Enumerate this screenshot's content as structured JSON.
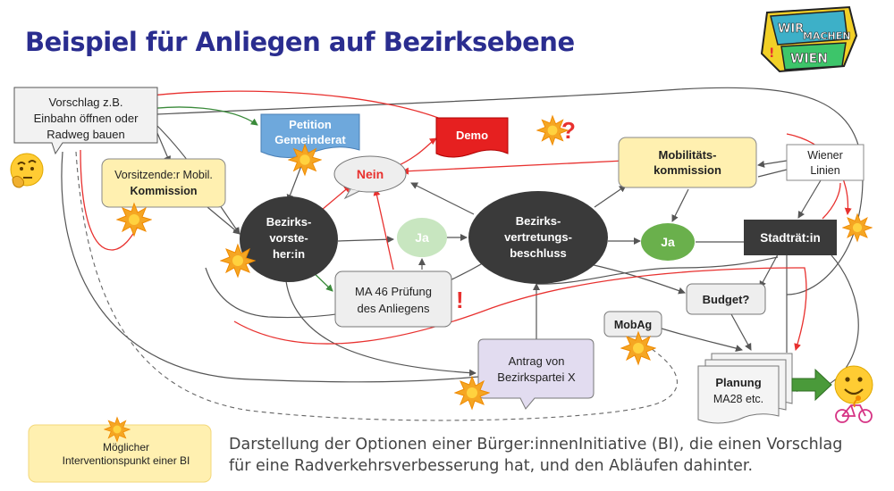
{
  "title": "Beispiel für Anliegen auf Bezirksebene",
  "logo": {
    "line1": "WIR",
    "line2": "MACHEN",
    "line3": "WIEN",
    "mark": "!"
  },
  "nodes": {
    "vorschlag": [
      "Vorschlag z.B.",
      "Einbahn öffnen oder",
      "Radweg bauen"
    ],
    "petition": [
      "Petition",
      "Gemeinderat"
    ],
    "demo": "Demo",
    "demo_mark": "?",
    "vorsitzende": [
      "Vorsitzende:r Mobil.",
      "Kommission"
    ],
    "nein": "Nein",
    "bezirksvorsteher": [
      "Bezirks-",
      "vorste-",
      "her:in"
    ],
    "ja1": "Ja",
    "beschluss": [
      "Bezirks-",
      "vertretungs-",
      "beschluss"
    ],
    "ja2": "Ja",
    "mobkommission": [
      "Mobilitäts-",
      "kommission"
    ],
    "wiener_linien": [
      "Wiener",
      "Linien"
    ],
    "stadtraetin": "Stadträt:in",
    "ma46": [
      "MA 46 Prüfung",
      "des Anliegens"
    ],
    "ma46_mark": "!",
    "budget": "Budget?",
    "mobag": "MobAg",
    "antrag": [
      "Antrag von",
      "Bezirkspartei X"
    ],
    "planung": [
      "Planung",
      "MA28 etc."
    ]
  },
  "legend": [
    "Möglicher",
    "Interventionspunkt einer BI"
  ],
  "caption": [
    "Darstellung der Optionen einer Bürger:innenInitiative (BI), die einen Vorschlag",
    "für eine Radverkehrsverbesserung hat, und den Abläufen dahinter."
  ],
  "colors": {
    "title": "#2a2d8f",
    "red_edge": "#e8312f",
    "green_edge": "#3a8a3a",
    "dark_node": "#3a3a3a",
    "yellow_node": "#fff0b0",
    "blue_node": "#6ea8dc",
    "purple_node": "#e2dcf0",
    "burst": "#f5a623",
    "green_node": "#6ab04c"
  },
  "icons": [
    "thinking-face-icon",
    "smiley-face-icon",
    "bicycle-icon",
    "burst-icon",
    "arrow-right-icon"
  ]
}
